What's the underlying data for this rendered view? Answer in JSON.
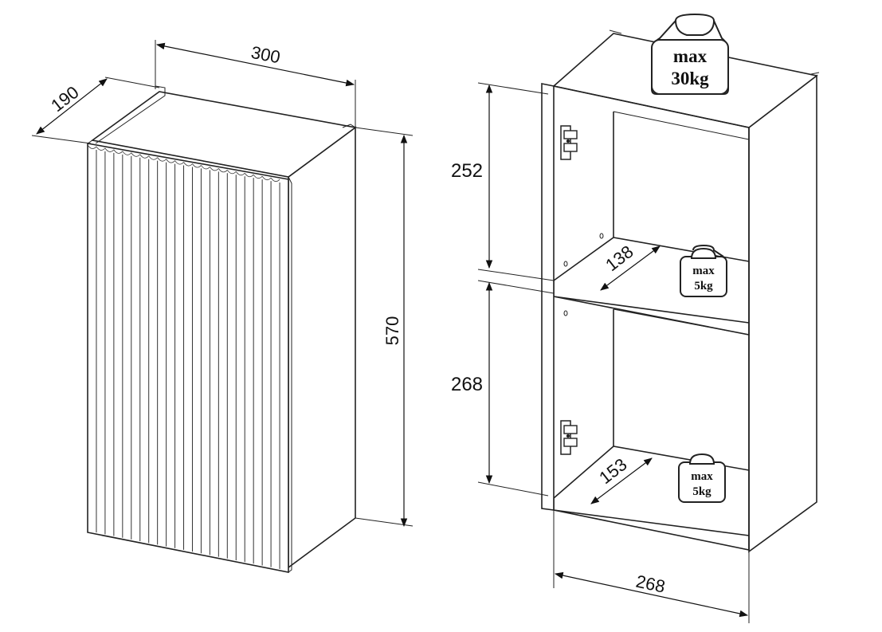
{
  "left_view": {
    "width_label": "300",
    "depth_label": "190",
    "height_label": "570"
  },
  "right_view": {
    "upper_height_label": "252",
    "lower_height_label": "268",
    "inner_width_label": "268",
    "upper_shelf_depth_label": "138",
    "lower_shelf_depth_label": "153",
    "top_load": {
      "line1": "max",
      "line2": "30kg"
    },
    "shelf_load": {
      "line1": "max",
      "line2": "5kg"
    },
    "bottom_load": {
      "line1": "max",
      "line2": "5kg"
    }
  }
}
